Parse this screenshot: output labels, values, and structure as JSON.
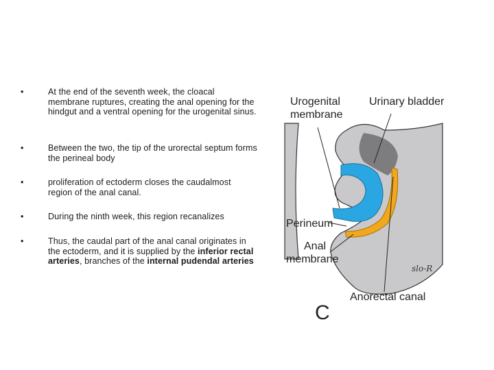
{
  "bullets": [
    {
      "text": "At the end of the seventh week, the cloacal membrane ruptures, creating the anal opening for the hindgut and a ventral opening for the urogenital sinus."
    },
    {
      "text": "Between the two, the tip of the urorectal septum forms the perineal body"
    },
    {
      "text": "proliferation of ectoderm closes the caudalmost region of the anal canal."
    },
    {
      "text": "During the ninth week, this region recanalizes"
    },
    {
      "text_before": "Thus, the caudal part of the anal canal originates in the ectoderm, and it is supplied by the ",
      "bold1": "inferior rectal arteries",
      "text_middle": ", branches of the ",
      "bold2": "internal pudendal arteries",
      "text_after": ""
    }
  ],
  "figure": {
    "labels": {
      "urogenital_line1": "Urogenital",
      "urogenital_line2": "membrane",
      "urinary_bladder": "Urinary bladder",
      "perineum": "Perineum",
      "anal_line1": "Anal",
      "anal_line2": "membrane",
      "anorectal_canal": "Anorectal canal",
      "panel_letter": "C",
      "signature": "slo-R"
    },
    "colors": {
      "tissue": "#c9c9cb",
      "urogenital_sinus": "#2aa7e2",
      "anorectal": "#f2a81c",
      "outline": "#333333"
    }
  }
}
